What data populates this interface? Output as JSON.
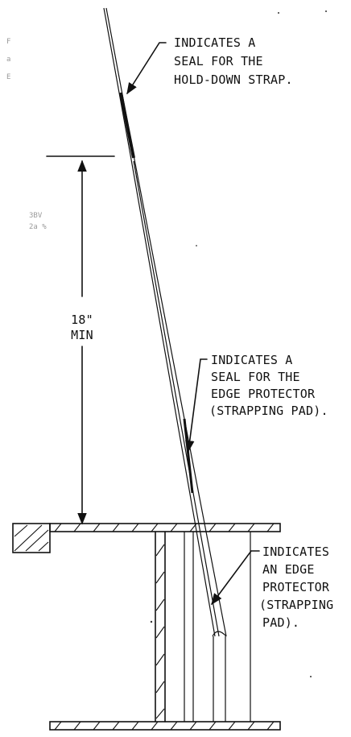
{
  "callouts": {
    "seal_strap": [
      "INDICATES A",
      "SEAL FOR THE",
      "HOLD-DOWN STRAP."
    ],
    "seal_edge": [
      "INDICATES A",
      "SEAL FOR THE",
      "EDGE PROTECTOR",
      "(STRAPPING PAD)."
    ],
    "edge_protector": [
      "INDICATES",
      "AN EDGE",
      "PROTECTOR",
      "(STRAPPING",
      "PAD)."
    ]
  },
  "dimension": {
    "value": "18\"",
    "label": "MIN"
  },
  "scan_artifacts": {
    "top_left": [
      "F",
      "a",
      "E"
    ],
    "mid_left": [
      "3BV",
      "2a %"
    ]
  }
}
